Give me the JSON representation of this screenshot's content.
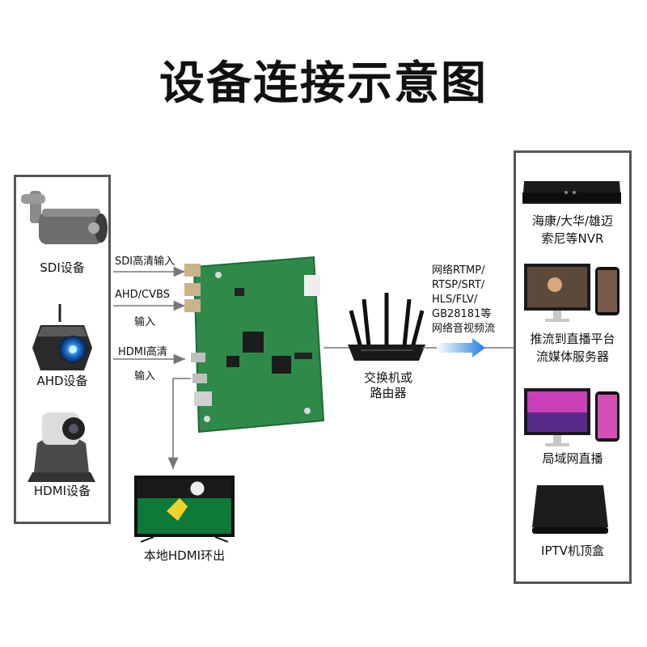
{
  "title": "设备连接示意图",
  "inputs": {
    "sdi_device": "SDI设备",
    "ahd_device": "AHD设备",
    "hdmi_device": "HDMI设备"
  },
  "arrows": {
    "sdi_in": "SDI高清输入",
    "ahd_line1": "AHD/CVBS",
    "ahd_line2": "输入",
    "hdmi_line1": "HDMI高清",
    "hdmi_line2": "输入"
  },
  "loop_out": "本地HDMI环出",
  "router": {
    "line1": "交换机或",
    "line2": "路由器"
  },
  "protocols": [
    "网络RTMP/",
    "RTSP/SRT/",
    "HLS/FLV/",
    "GB28181等",
    "网络音视频流"
  ],
  "outputs": {
    "nvr_line1": "海康/大华/雄迈",
    "nvr_line2": "索尼等NVR",
    "stream_line1": "推流到直播平台",
    "stream_line2": "流媒体服务器",
    "lan": "局域网直播",
    "iptv": "IPTV机顶盒"
  }
}
